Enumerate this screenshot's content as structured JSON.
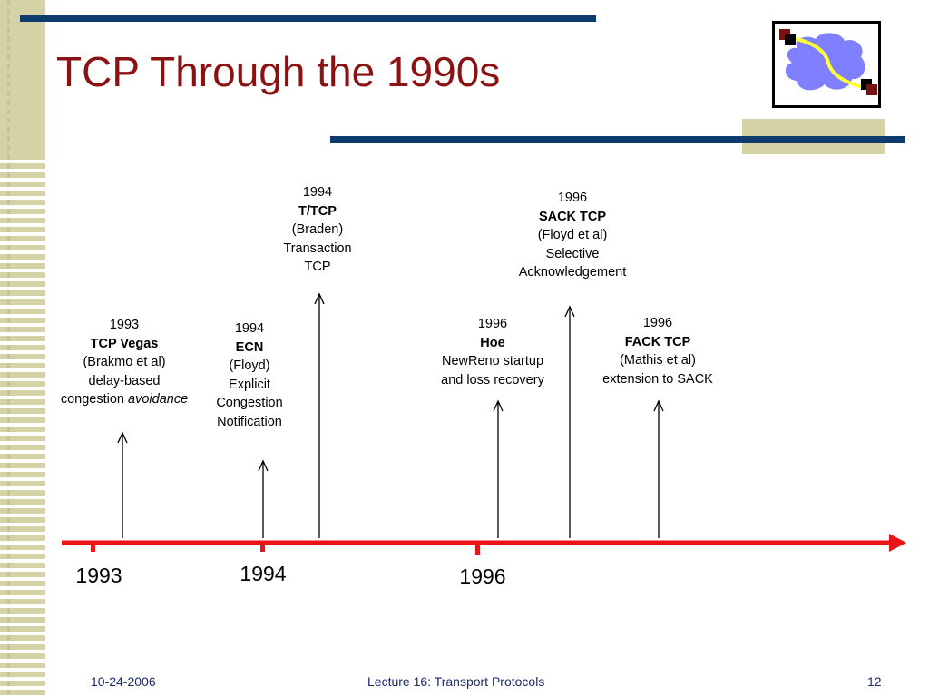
{
  "slide": {
    "title": "TCP Through the 1990s",
    "footer_left": "10-24-2006",
    "footer_center": "Lecture 16: Transport Protocols",
    "footer_right": "12"
  },
  "colors": {
    "title": "#8b1212",
    "timeline": "#e8141a",
    "bars": "#0e3b6e",
    "stripes": "#d5d3a6",
    "logo_cloud": "#7f7fff",
    "logo_path": "#ffff33"
  },
  "timeline": {
    "year_labels": [
      "1993",
      "1994",
      "1996"
    ],
    "events": [
      {
        "year": "1993",
        "name": "TCP Vegas",
        "lines": [
          "(Brakmo et al)",
          "delay-based"
        ],
        "last_prefix": "congestion ",
        "last_italic": "avoidance"
      },
      {
        "year": "1994",
        "name": "ECN",
        "lines": [
          "(Floyd)",
          "Explicit",
          "Congestion",
          "Notification"
        ]
      },
      {
        "year": "1994",
        "name": "T/TCP",
        "lines": [
          "(Braden)",
          "Transaction",
          "TCP"
        ]
      },
      {
        "year": "1996",
        "name": "Hoe",
        "lines": [
          "NewReno startup",
          "and loss recovery"
        ]
      },
      {
        "year": "1996",
        "name": "SACK TCP",
        "lines": [
          "(Floyd et al)",
          "Selective",
          "Acknowledgement"
        ]
      },
      {
        "year": "1996",
        "name": "FACK TCP",
        "lines": [
          "(Mathis et al)",
          "extension to SACK"
        ]
      }
    ]
  }
}
